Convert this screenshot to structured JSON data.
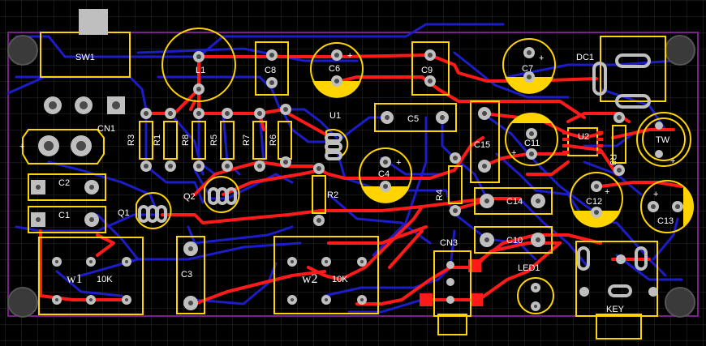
{
  "board": {
    "colors": {
      "background": "#000000",
      "grid": "#2a2a2a",
      "outline": "#7a1f8c",
      "top_copper": "#ff1a1a",
      "bottom_copper": "#1c1cc8",
      "silkscreen": "#ffd400",
      "pad": "#bfbfbf",
      "drill": "#4a4a4a",
      "mount_hole": "#3a3a3a",
      "text": "#ffffff"
    },
    "labels": {
      "sw1": "SW1",
      "l1": "L1",
      "c8": "C8",
      "c6": "C6",
      "c9": "C9",
      "c7": "C7",
      "dc1": "DC1",
      "cn1": "CN1",
      "r3": "R3",
      "r1": "R1",
      "r8": "R8",
      "r5": "R5",
      "r7": "R7",
      "r6": "R6",
      "u1": "U1",
      "c5": "C5",
      "c15": "C15",
      "c11": "C11",
      "u2": "U2",
      "r9": "R9",
      "tw": "TW",
      "c2": "C2",
      "c1": "C1",
      "q2": "Q2",
      "q1": "Q1",
      "c4": "C4",
      "r2": "R2",
      "r4": "R4",
      "c14": "C14",
      "c12": "C12",
      "c13": "C13",
      "c10": "C10",
      "cn3": "CN3",
      "led1": "LED1",
      "w1": "w1",
      "w1_value": "10K",
      "c3": "C3",
      "w2": "w2",
      "w2_value": "10K",
      "key": "KEY",
      "plus": "+"
    }
  }
}
